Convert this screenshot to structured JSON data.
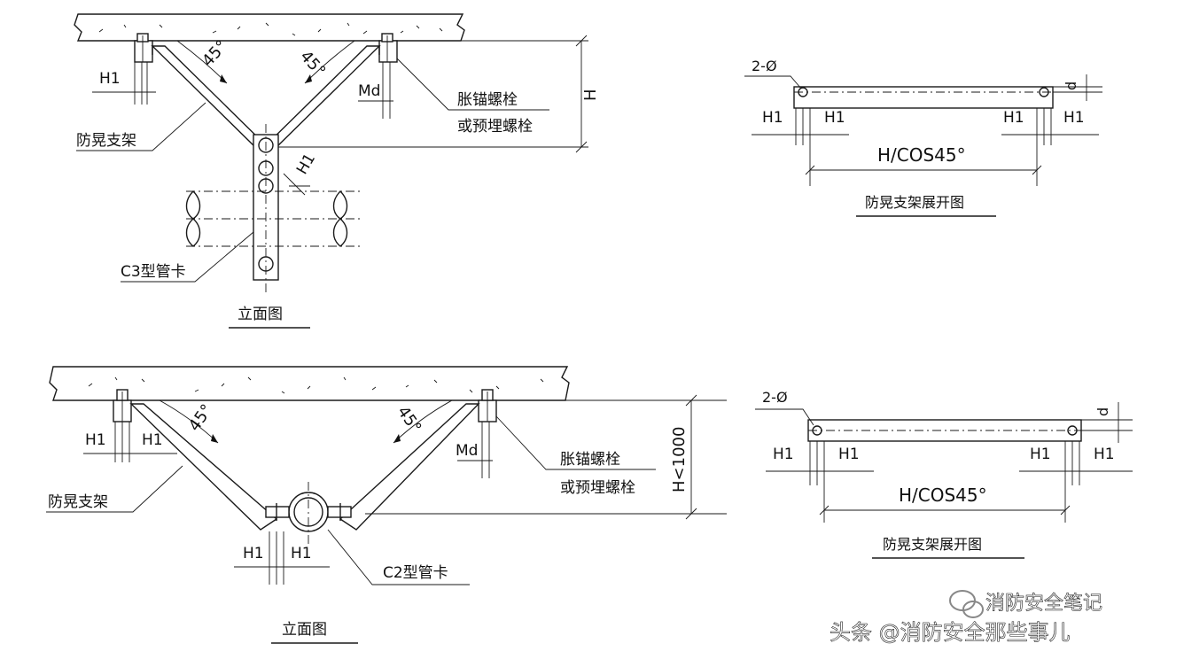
{
  "top_elevation": {
    "angle_left": "45°",
    "angle_right": "45°",
    "label_h1_left": "H1",
    "label_h1_pipe": "H1",
    "label_md": "Md",
    "label_h": "H",
    "anchor_bolt_line1": "胀锚螺栓",
    "anchor_bolt_line2": "或预埋螺栓",
    "brace_label": "防晃支架",
    "clamp_label": "C3型管卡",
    "view_title": "立面图"
  },
  "top_unfold": {
    "holes_label": "2-Ø",
    "label_d": "d",
    "h1_a": "H1",
    "h1_b": "H1",
    "h1_c": "H1",
    "h1_d": "H1",
    "length_label": "H/COS45°",
    "title": "防晃支架展开图"
  },
  "bottom_elevation": {
    "angle_left": "45°",
    "angle_right": "45°",
    "h1_a": "H1",
    "h1_b": "H1",
    "h1_c": "H1",
    "h1_d": "H1",
    "label_md": "Md",
    "label_h": "H<1000",
    "anchor_bolt_line1": "胀锚螺栓",
    "anchor_bolt_line2": "或预埋螺栓",
    "brace_label": "防晃支架",
    "clamp_label": "C2型管卡",
    "view_title": "立面图"
  },
  "bottom_unfold": {
    "holes_label": "2-Ø",
    "label_d": "d",
    "h1_a": "H1",
    "h1_b": "H1",
    "h1_c": "H1",
    "h1_d": "H1",
    "length_label": "H/COS45°",
    "title": "防晃支架展开图"
  },
  "watermarks": {
    "account": "消防安全笔记",
    "credit": "头条 @消防安全那些事儿"
  }
}
